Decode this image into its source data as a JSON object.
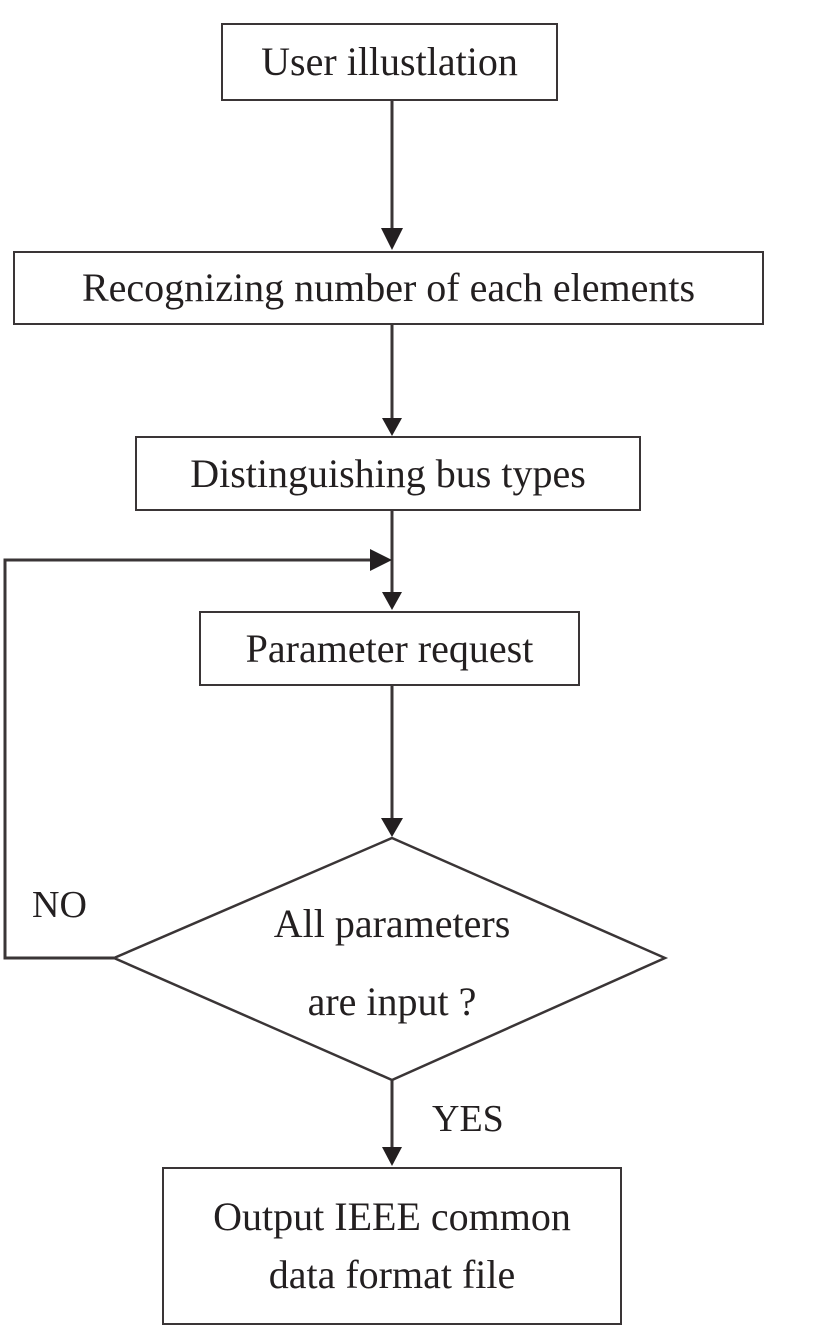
{
  "diagram": {
    "type": "flowchart",
    "steps": {
      "start": "User illustlation",
      "recognize": "Recognizing number of each elements",
      "distinguish": "Distinguishing bus types",
      "request": "Parameter request",
      "output": {
        "line1": "Output IEEE common",
        "line2": "data format file"
      }
    },
    "decision": {
      "line1": "All parameters",
      "line2": "are input ?"
    },
    "branches": {
      "no": "NO",
      "yes": "YES"
    },
    "colors": {
      "stroke": "#3a3536",
      "text": "#231f20",
      "background": "#ffffff"
    }
  }
}
